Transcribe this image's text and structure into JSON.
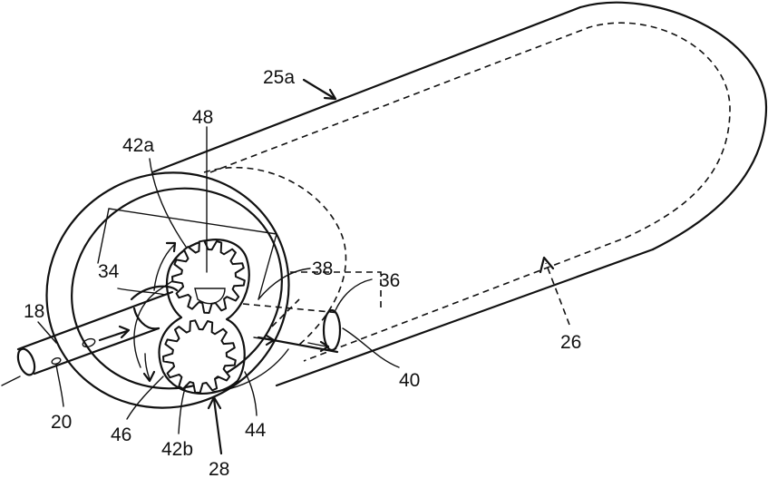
{
  "labels": {
    "l25a": "25a",
    "l48": "48",
    "l42a": "42a",
    "l38": "38",
    "l36": "36",
    "l34": "34",
    "l18": "18",
    "l20": "20",
    "l46": "46",
    "l42b": "42b",
    "l28": "28",
    "l44": "44",
    "l40": "40",
    "l26": "26"
  }
}
